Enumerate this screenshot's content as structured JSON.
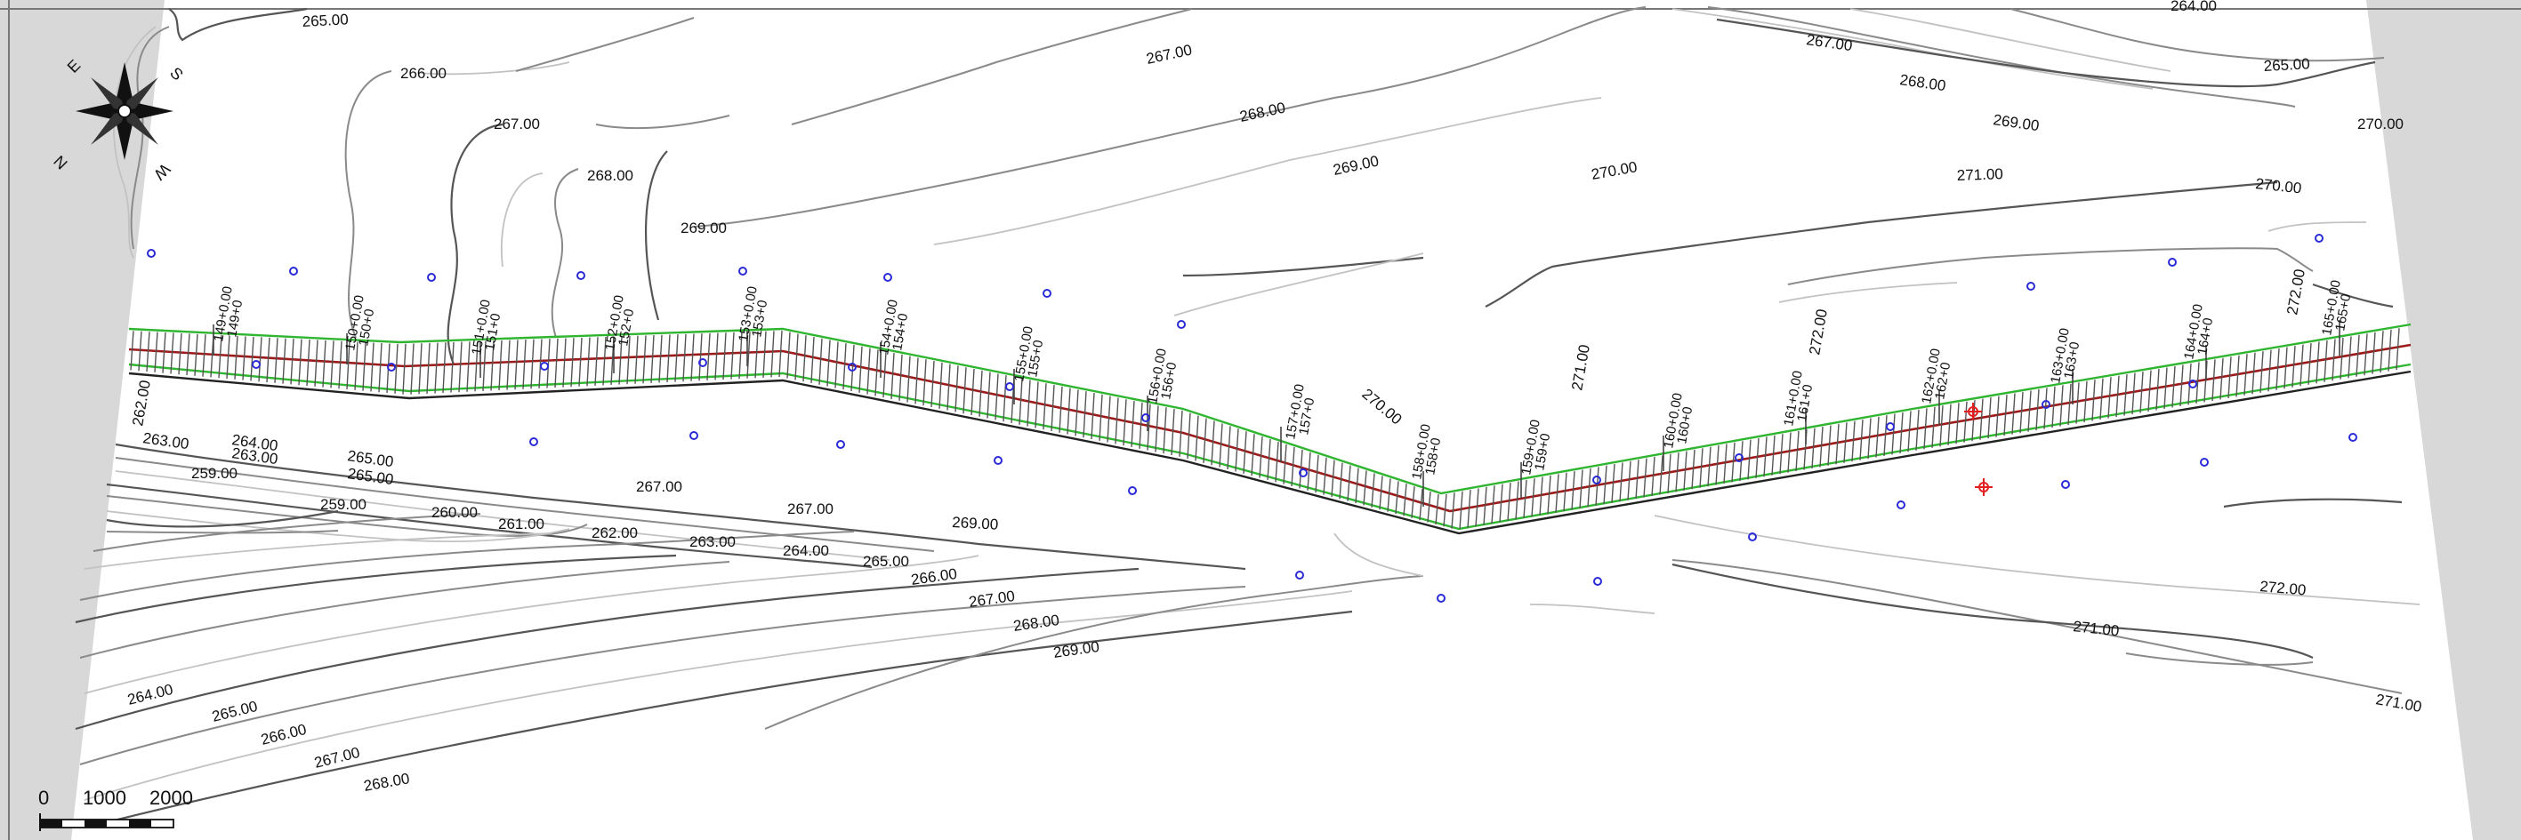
{
  "compass": {
    "letters": [
      "E",
      "S",
      "W",
      "N"
    ]
  },
  "scale_bar": {
    "labels": [
      "0",
      "1000",
      "2000"
    ]
  },
  "contour_labels": [
    "265.00",
    "266.00",
    "267.00",
    "268.00",
    "269.00",
    "267.00",
    "268.00",
    "269.00",
    "270.00",
    "271.00",
    "267.00",
    "268.00",
    "269.00",
    "270.00",
    "265.00",
    "264.00",
    "270.00",
    "271.00",
    "272.00",
    "270.00",
    "262.00",
    "263.00",
    "263.00",
    "264.00",
    "265.00",
    "259.00",
    "259.00",
    "260.00",
    "261.00",
    "262.00",
    "263.00",
    "264.00",
    "265.00",
    "266.00",
    "267.00",
    "268.00",
    "269.00",
    "267.00",
    "267.00",
    "269.00",
    "265.00",
    "264.00",
    "265.00",
    "266.00",
    "267.00",
    "268.00",
    "272.00",
    "271.00",
    "271.00",
    "272.00"
  ],
  "station_labels": [
    "149+0.00",
    "150+0.00",
    "151+0.00",
    "152+0.00",
    "153+0.00",
    "154+0.00",
    "155+0.00",
    "156+0.00",
    "157+0.00",
    "158+0.00",
    "159+0.00",
    "160+0.00",
    "161+0.00",
    "162+0.00",
    "163+0.00",
    "164+0.00",
    "165+0.00"
  ],
  "station_labels_short": [
    "149+0",
    "150+0",
    "151+0",
    "152+0",
    "153+0",
    "154+0",
    "155+0",
    "156+0",
    "157+0",
    "158+0",
    "159+0",
    "160+0",
    "161+0",
    "162+0",
    "163+0",
    "164+0",
    "165+0"
  ],
  "colors": {
    "corridor_edge": "#2fb52f",
    "centerline": "#9b1b1b",
    "survey_point": "#2a2ad6",
    "marker": "#e02020",
    "margin": "#d8d8d8"
  }
}
